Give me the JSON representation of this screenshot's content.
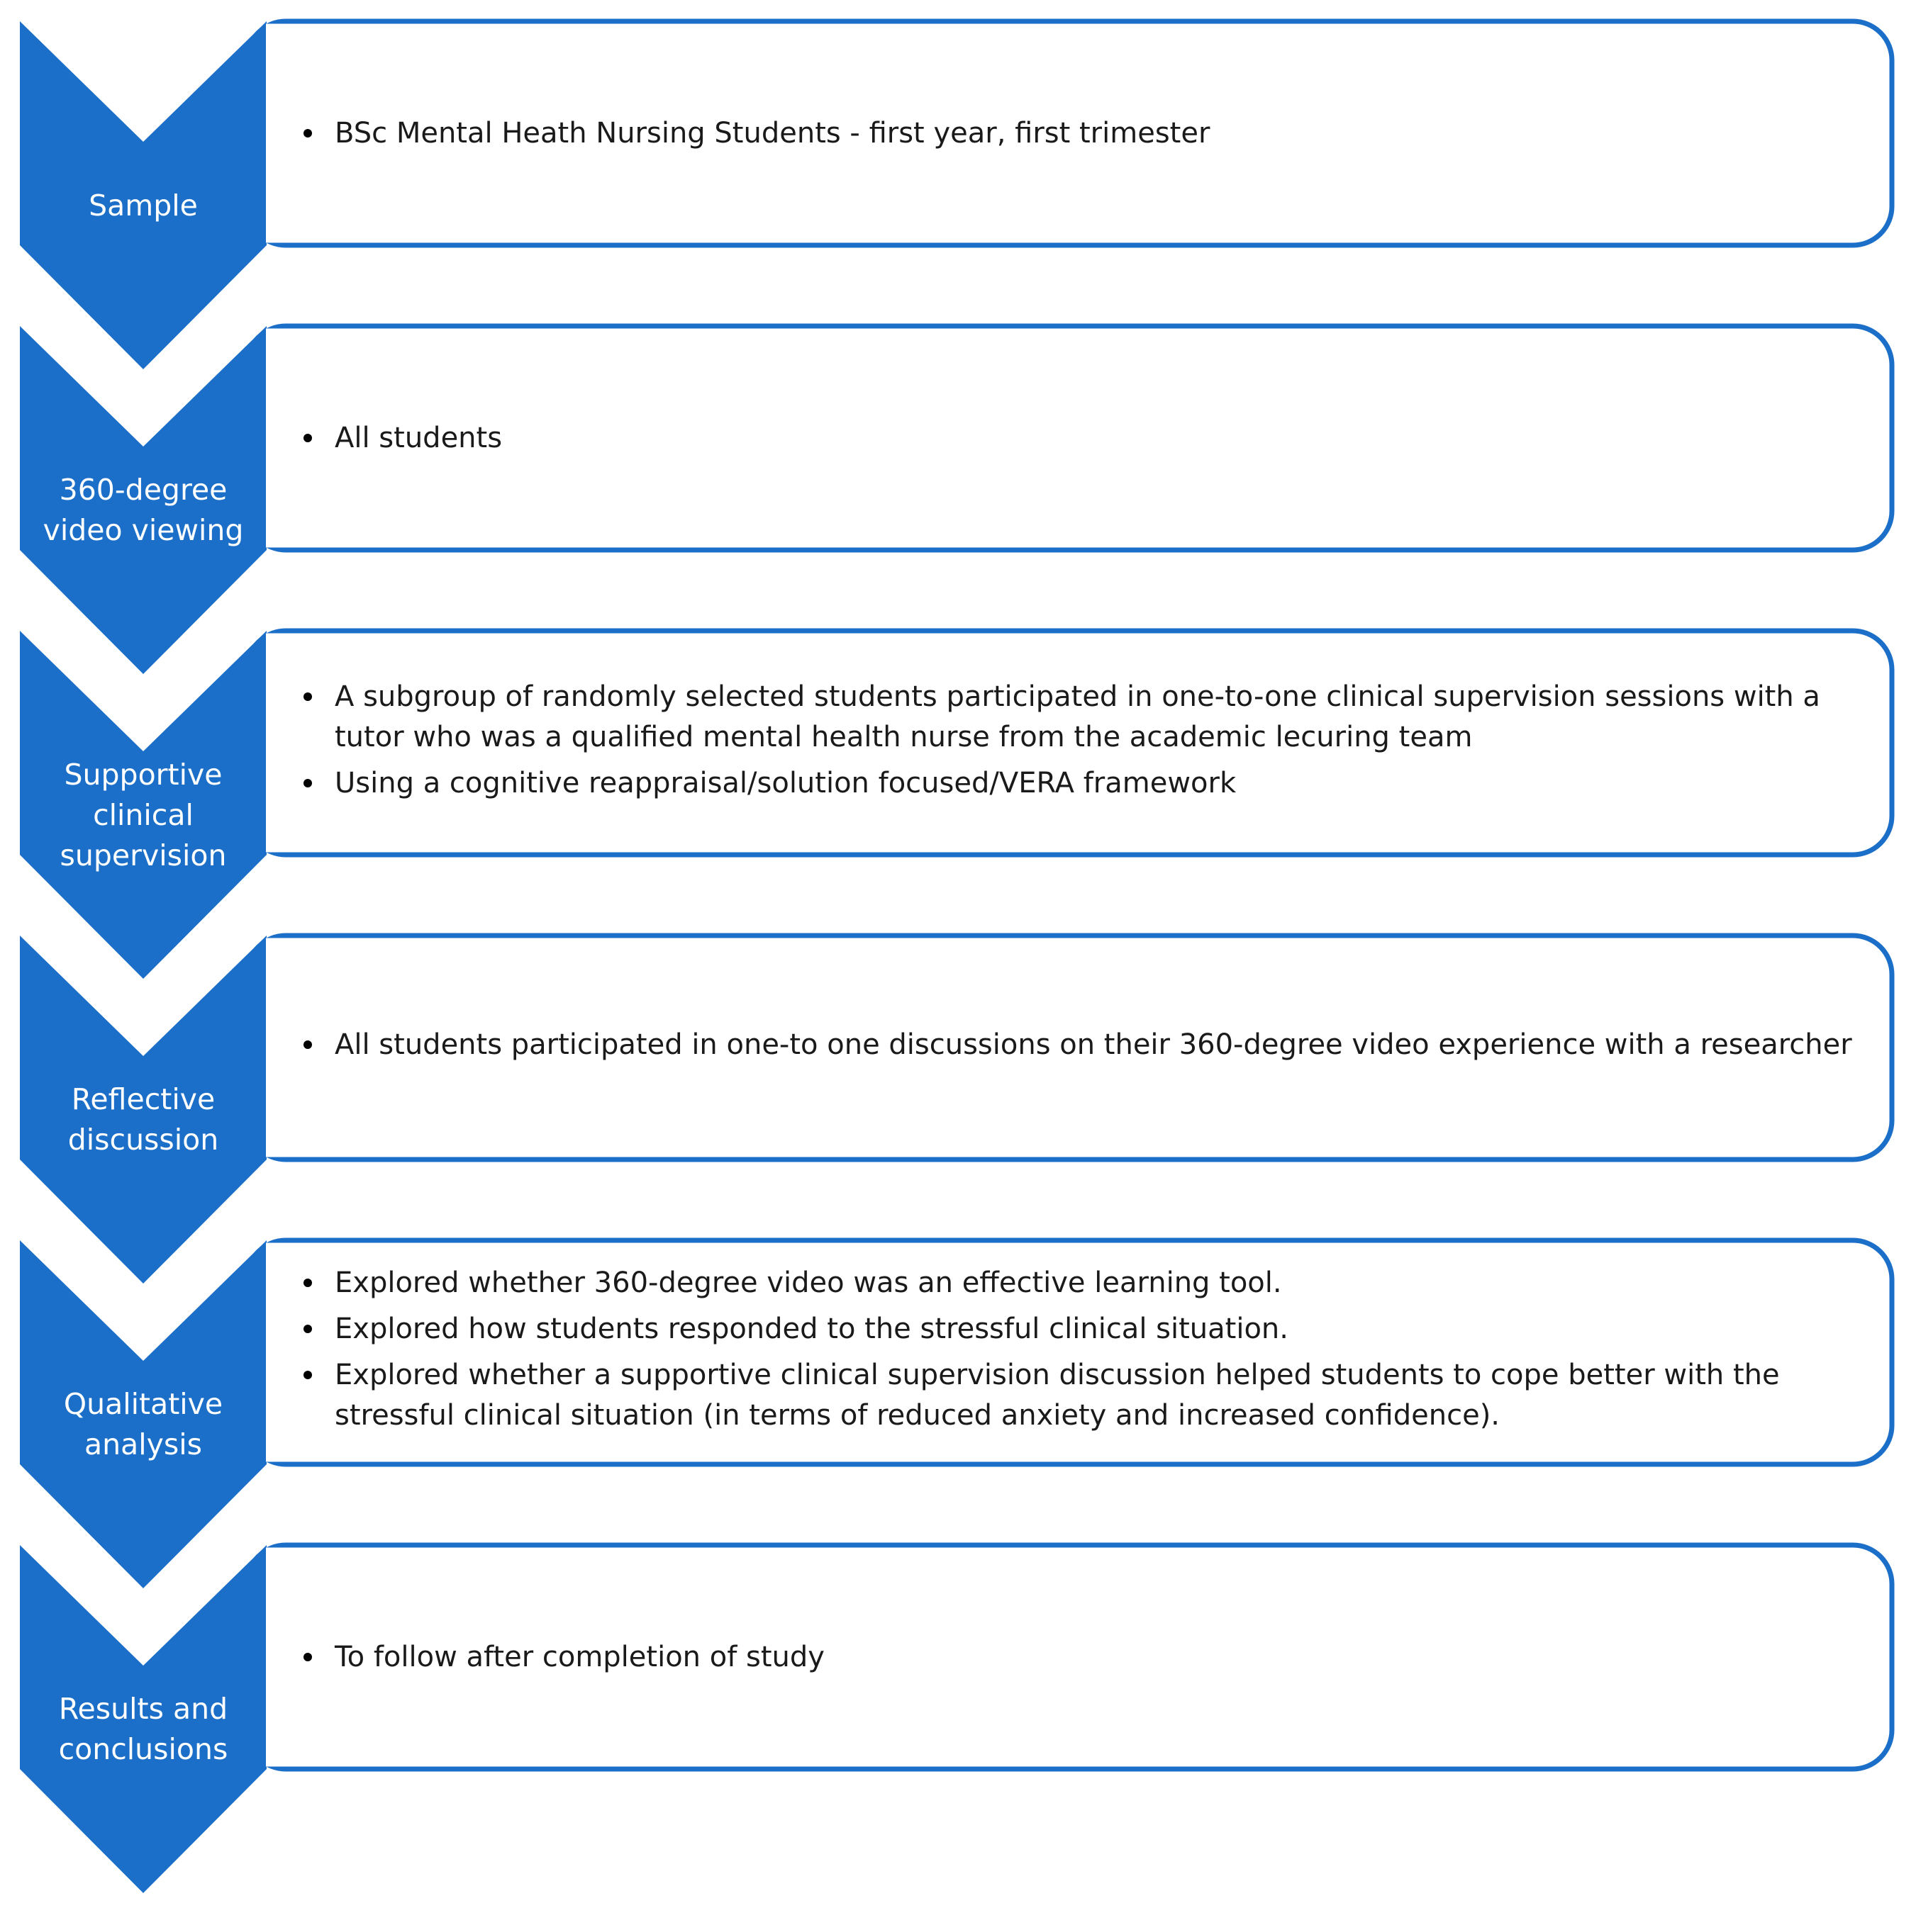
{
  "colors": {
    "chevron_fill": "#1B6FC8",
    "box_border": "#1B6FC8",
    "label_text": "#FFFFFF",
    "body_text": "#1A1A1A"
  },
  "stages": [
    {
      "label": [
        "Sample"
      ],
      "bullets": [
        "BSc Mental Heath Nursing Students - first year, first trimester"
      ]
    },
    {
      "label": [
        "360-degree",
        "video viewing"
      ],
      "bullets": [
        "All students"
      ]
    },
    {
      "label": [
        "Supportive",
        "clinical",
        "supervision"
      ],
      "bullets": [
        "A subgroup of randomly selected students participated in one-to-one clinical supervision sessions with a tutor who was a qualified mental health nurse from the academic lecuring team",
        "Using a cognitive reappraisal/solution focused/VERA framework"
      ]
    },
    {
      "label": [
        "Reflective",
        "discussion"
      ],
      "bullets": [
        "All students participated in one-to one discussions on their 360-degree video experience with a researcher"
      ]
    },
    {
      "label": [
        "Qualitative",
        "analysis"
      ],
      "bullets": [
        "Explored whether 360-degree video was an effective learning tool.",
        "Explored how students responded to the stressful clinical situation.",
        "Explored whether a supportive clinical supervision discussion helped students to cope better with the stressful clinical situation (in terms of reduced anxiety and increased confidence)."
      ]
    },
    {
      "label": [
        "Results and",
        "conclusions"
      ],
      "bullets": [
        "To follow after completion of study"
      ]
    }
  ]
}
